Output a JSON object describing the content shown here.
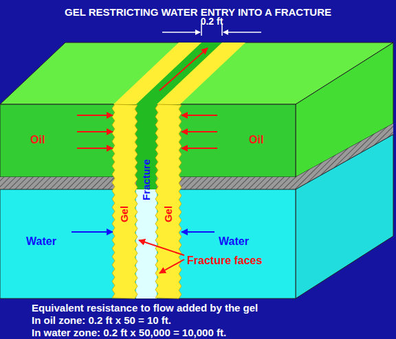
{
  "diagram": {
    "title": "GEL RESTRICTING WATER ENTRY INTO A FRACTURE",
    "labels": [
      "0.2 ft",
      "Oil",
      "Oil",
      "Gel",
      "Fracture",
      "Gel",
      "Water",
      "Water",
      "Fracture faces",
      "Equivalent resistance to flow added by the gel",
      "In oil zone: 0.2 ft x 50 = 10 ft.",
      "In water zone: 0.2 ft x 50,000 = 10,000 ft."
    ]
  }
}
